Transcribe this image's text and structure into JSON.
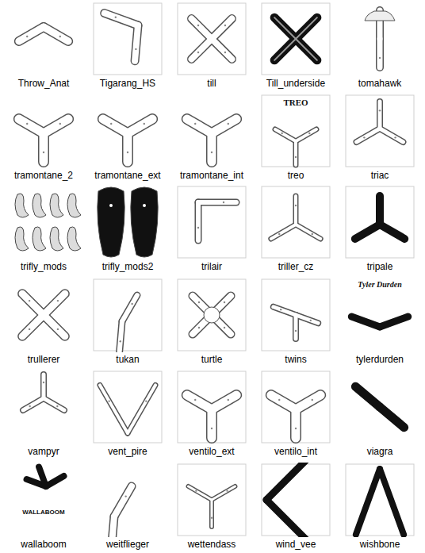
{
  "diagram": {
    "nodes": [
      {
        "text": [
          "Throw_Anat"
        ]
      },
      {
        "text": [
          "Tigarang_HS"
        ]
      },
      {
        "text": [
          "till"
        ]
      },
      {
        "text": [
          "Till_underside"
        ]
      },
      {
        "text": [
          "tomahawk"
        ]
      },
      {
        "text": [
          "tramontane_2"
        ]
      },
      {
        "text": [
          "tramontane_ext"
        ]
      },
      {
        "text": [
          "tramontane_int"
        ]
      },
      {
        "text": [
          "treo"
        ]
      },
      {
        "text": [
          "triac"
        ]
      },
      {
        "text": [
          "trifly_mods"
        ]
      },
      {
        "text": [
          "trifly_mods2"
        ]
      },
      {
        "text": [
          "trilair"
        ]
      },
      {
        "text": [
          "triller_cz"
        ]
      },
      {
        "text": [
          "tripale"
        ]
      },
      {
        "text": [
          "trullerer"
        ]
      },
      {
        "text": [
          "tukan"
        ]
      },
      {
        "text": [
          "turtle"
        ]
      },
      {
        "text": [
          "twins"
        ]
      },
      {
        "text": [
          "tylerdurden"
        ]
      },
      {
        "text": [
          "vampyr"
        ]
      },
      {
        "text": [
          "vent_pire"
        ]
      },
      {
        "text": [
          "ventilo_ext"
        ]
      },
      {
        "text": [
          "ventilo_int"
        ]
      },
      {
        "text": [
          "viagra"
        ]
      },
      {
        "text": [
          "wallaboom"
        ]
      },
      {
        "text": [
          "weitflieger"
        ]
      },
      {
        "text": [
          "wettendass"
        ]
      },
      {
        "text": [
          "wind_vee"
        ]
      },
      {
        "text": [
          "wishbone"
        ]
      }
    ],
    "labels": [
      "TREO",
      "Tyler Durden",
      "WALLABOOM"
    ]
  }
}
